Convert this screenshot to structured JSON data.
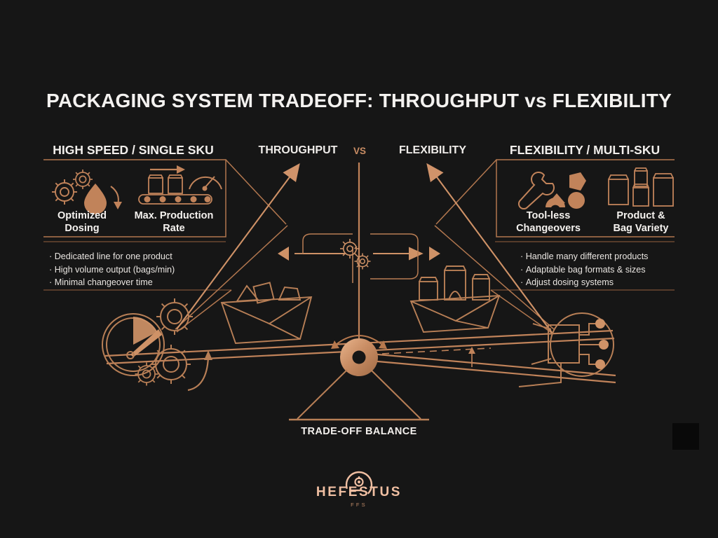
{
  "theme": {
    "background": "#161616",
    "copper": "#c98d64",
    "copper_light": "#e0a87e",
    "copper_dark": "#8d5c3c",
    "text": "#f2efec",
    "accent_text": "#c98d64"
  },
  "header": {
    "title": "PACKAGING SYSTEM TRADEOFF: THROUGHPUT vs FLEXIBILITY"
  },
  "axis_labels": {
    "left": "THROUGHPUT",
    "vs": "VS",
    "right": "FLEXIBILITY"
  },
  "panels": {
    "left": {
      "heading": "HIGH SPEED / SINGLE SKU",
      "features": [
        {
          "icon": "gears-droplet-icon",
          "caption_line1": "Optimized",
          "caption_line2": "Dosing"
        },
        {
          "icon": "conveyor-gauge-icon",
          "caption_line1": "Max. Production",
          "caption_line2": "Rate"
        }
      ],
      "bullets": [
        "Dedicated line for one product",
        "High volume output (bags/min)",
        "Minimal changeover time"
      ]
    },
    "right": {
      "heading": "FLEXIBILITY / MULTI-SKU",
      "features": [
        {
          "icon": "wrench-shapes-icon",
          "caption_line1": "Tool-less",
          "caption_line2": "Changeovers"
        },
        {
          "icon": "bag-variety-icon",
          "caption_line1": "Product &",
          "caption_line2": "Bag Variety"
        }
      ],
      "bullets": [
        "Handle many different products",
        "Adaptable bag formats & sizes",
        "Adjust dosing systems"
      ]
    }
  },
  "balance": {
    "caption": "TRADE-OFF BALANCE",
    "left_pan_contents": "angular-product-blocks",
    "right_pan_contents": "assorted-bags",
    "pivot": "fulcrum-hub",
    "tilt_direction": "left-down"
  },
  "center_mechanism": {
    "icon": "dual-gears-icon",
    "left_arrow": "arrow-left",
    "right_arrow": "arrow-right",
    "vertical_post": "balance-post"
  },
  "side_icons": {
    "left": "speed-gauge-gears-icon",
    "right": "distribution-node-icon"
  },
  "brand": {
    "name": "HEFESTUS",
    "subtitle": "FFS",
    "mark": "hefestus-logo-mark"
  }
}
